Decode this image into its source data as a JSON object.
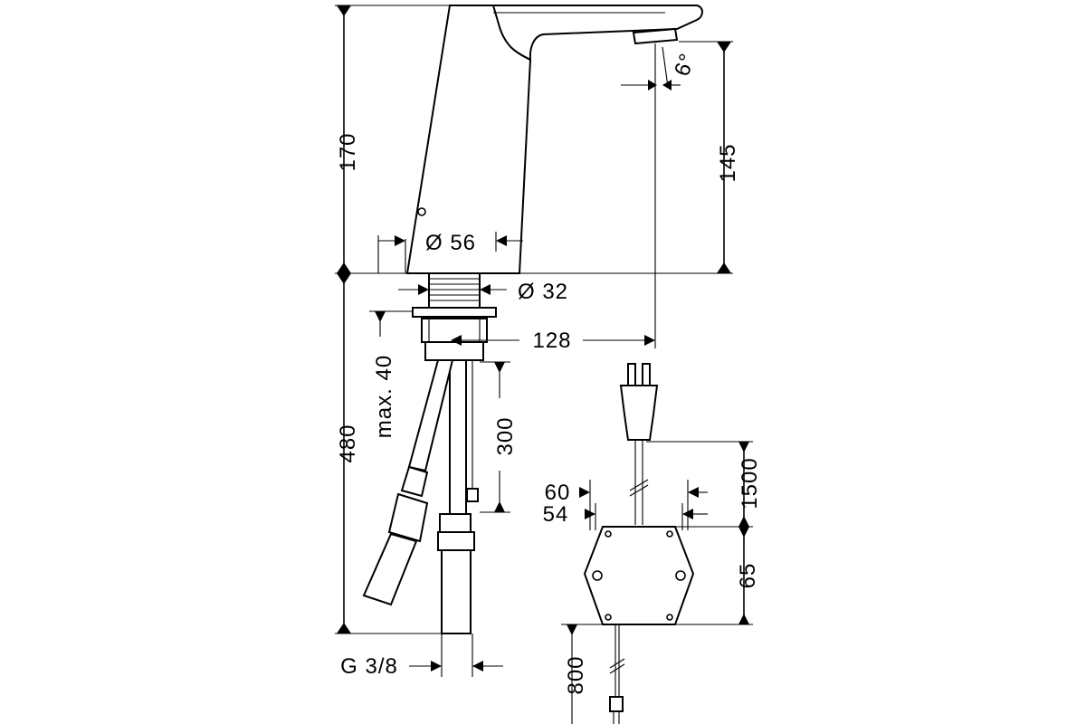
{
  "dimensions": {
    "height_top": "170",
    "spout_height": "145",
    "angle": "6°",
    "body_diameter": "Ø 56",
    "shank_diameter": "Ø 32",
    "projection": "128",
    "max_thickness": "max. 40",
    "total_length": "480",
    "cable_length_sensor": "300",
    "box_width_outer": "60",
    "box_width_inner": "54",
    "power_cable": "1500",
    "box_height": "65",
    "lower_cable": "800",
    "connection_thread": "G 3/8"
  }
}
